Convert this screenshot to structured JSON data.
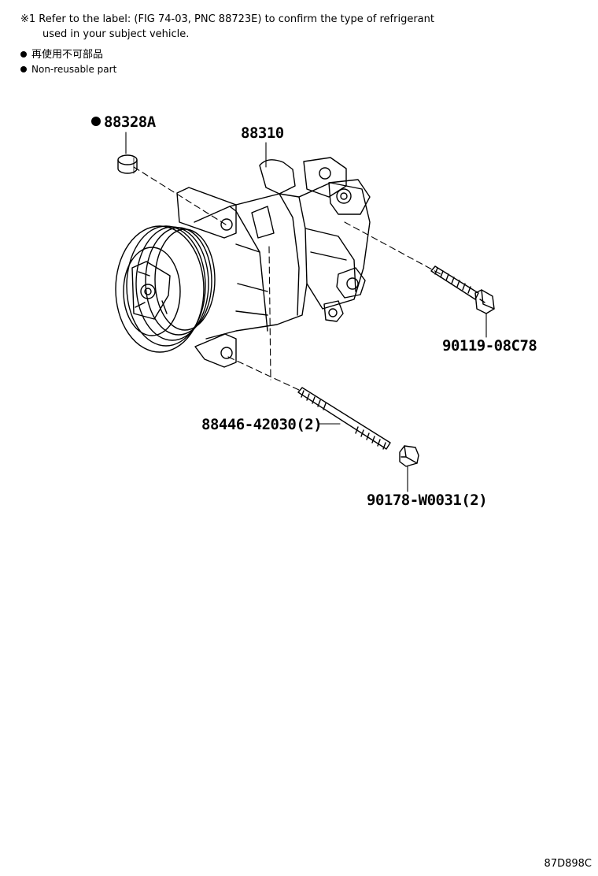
{
  "notes": {
    "line1": "※1 Refer to the label: (FIG 74-03, PNC 88723E) to confirm the type of refrigerant",
    "line2": "used in your subject vehicle."
  },
  "legend": {
    "jp": "再使用不可部品",
    "en": "Non-reusable part"
  },
  "parts": {
    "seal": "88328A",
    "compressor": "88310",
    "bolt_upper": "90119-08C78",
    "stud": "88446-42030(2)",
    "nut": "90178-W0031(2)"
  },
  "illustration_code": "87D898C"
}
